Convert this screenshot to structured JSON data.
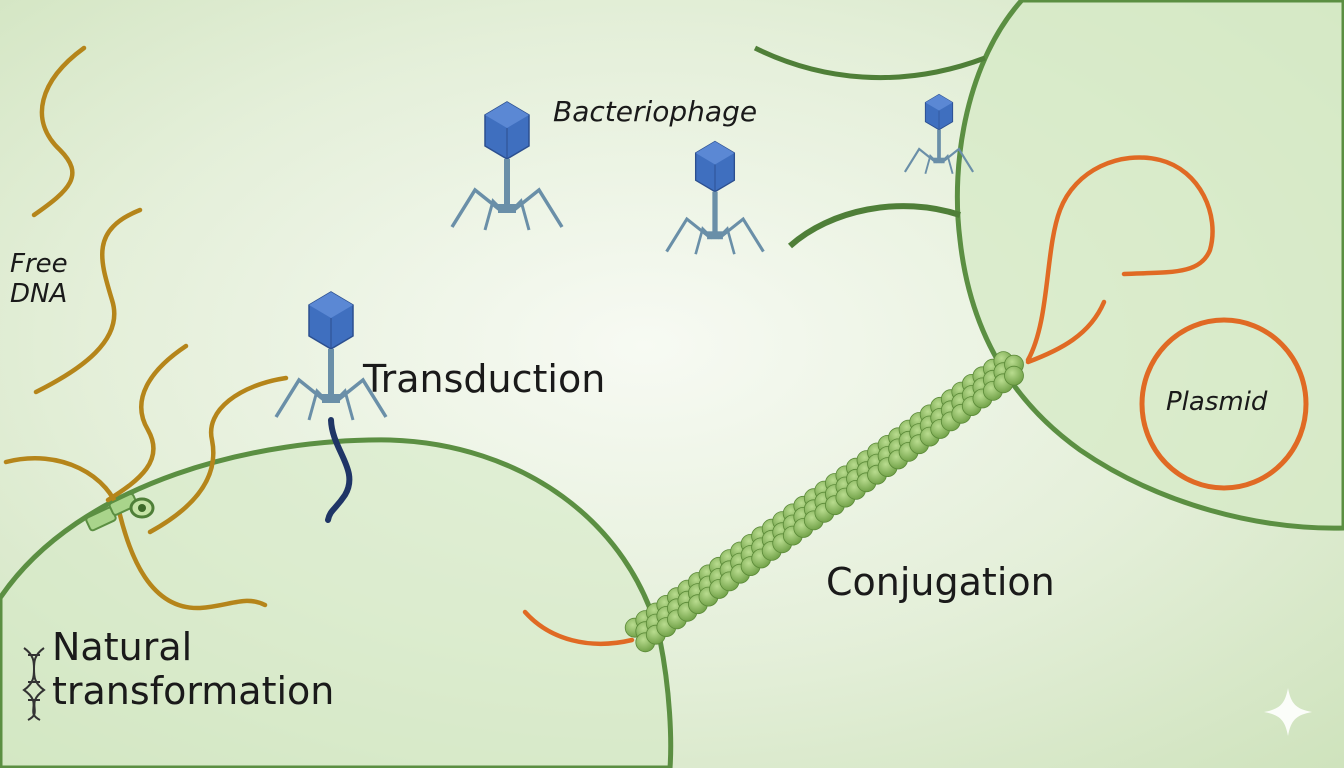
{
  "labels": {
    "free_dna_line1": "Free",
    "free_dna_line2": "DNA",
    "bacteriophage": "Bacteriophage",
    "transduction": "Transduction",
    "conjugation": "Conjugation",
    "plasmid": "Plasmid",
    "natural_line1": "Natural",
    "natural_line2": "transformation"
  },
  "colors": {
    "background_light": "#f4f8f0",
    "background_green": "#cfe3bd",
    "cell_fill": "#d6e9c6",
    "cell_membrane": "#5b8f42",
    "free_dna": "#b5851a",
    "plasmid": "#e06a24",
    "phage_head": "#3f6fbf",
    "phage_tail": "#6a8fa8",
    "injected_dna": "#1f3566",
    "pilus": "#8fbf62"
  },
  "icons": [
    "bacteriophage-icon",
    "dna-helix-icon",
    "sparkle-icon"
  ]
}
